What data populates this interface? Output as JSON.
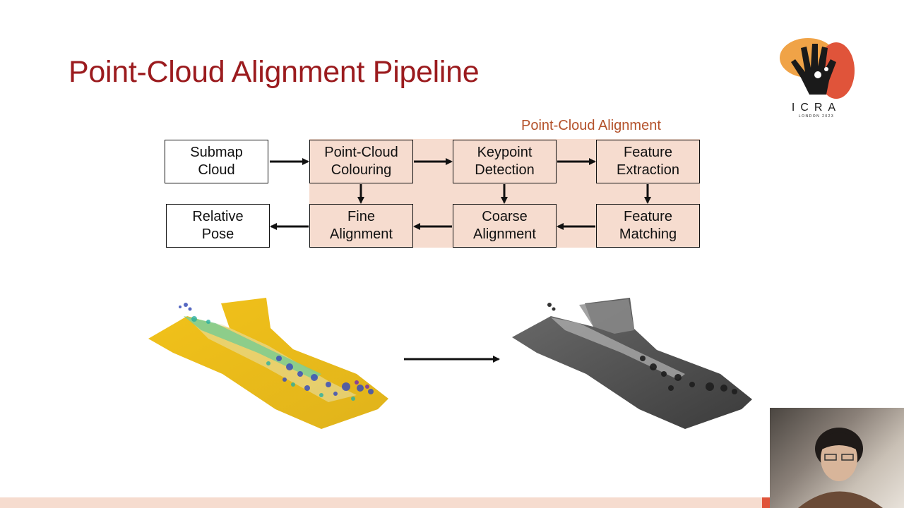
{
  "slide": {
    "title": "Point-Cloud Alignment Pipeline"
  },
  "logo": {
    "name": "ICRA",
    "subtitle": "LONDON 2023"
  },
  "diagram": {
    "group_label": "Point-Cloud Alignment",
    "boxes": {
      "submap_cloud": [
        "Submap",
        "Cloud"
      ],
      "point_cloud_colouring": [
        "Point-Cloud",
        "Colouring"
      ],
      "keypoint_detection": [
        "Keypoint",
        "Detection"
      ],
      "feature_extraction": [
        "Feature",
        "Extraction"
      ],
      "relative_pose": [
        "Relative",
        "Pose"
      ],
      "fine_alignment": [
        "Fine",
        "Alignment"
      ],
      "coarse_alignment": [
        "Coarse",
        "Alignment"
      ],
      "feature_matching": [
        "Feature",
        "Matching"
      ]
    }
  },
  "colors": {
    "title": "#9b1b1e",
    "group_label": "#b4522b",
    "group_fill": "#f6dccf",
    "accent": "#e0543a"
  }
}
